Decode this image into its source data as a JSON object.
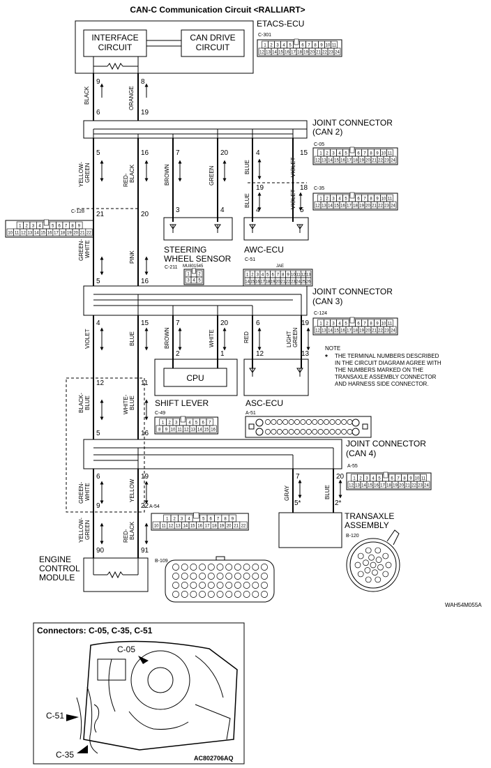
{
  "title": "CAN-C Communication Circuit <RALLIART>",
  "figure_code": "WAH54M055A",
  "etacs": {
    "name": "ETACS-ECU",
    "connector": "C-301",
    "interface": [
      "INTERFACE",
      "CIRCUIT"
    ],
    "can_drive": [
      "CAN DRIVE",
      "CIRCUIT"
    ]
  },
  "joint2": {
    "name": [
      "JOINT CONNECTOR",
      "(CAN 2)"
    ],
    "connector": "C-05"
  },
  "joint3": {
    "name": [
      "JOINT CONNECTOR",
      "(CAN 3)"
    ],
    "connector": "C-124"
  },
  "joint4": {
    "name": [
      "JOINT CONNECTOR",
      "(CAN 4)"
    ],
    "connector": "A-55"
  },
  "c35": "C-35",
  "c128": "C-128",
  "steering": {
    "name": [
      "STEERING",
      "WHEEL SENSOR"
    ],
    "connector": "C-211",
    "code": "MU801545"
  },
  "awc": {
    "name": "AWC-ECU",
    "connector": "C-51",
    "tag": "JAE"
  },
  "shift": {
    "name": "SHIFT LEVER",
    "connector": "C-49",
    "cpu": "CPU"
  },
  "asc": {
    "name": "ASC-ECU",
    "connector": "A-51"
  },
  "transaxle": {
    "name": [
      "TRANSAXLE",
      "ASSEMBLY"
    ],
    "connector": "B-120"
  },
  "ecm": {
    "name": [
      "ENGINE",
      "CONTROL",
      "MODULE"
    ],
    "connector": "B-109"
  },
  "a54": "A-54",
  "note": {
    "heading": "NOTE",
    "star": "*",
    "lines": [
      "THE TERMINAL NUMBERS DESCRIBED",
      "IN THE CIRCUIT DIAGRAM AGREE WITH",
      "THE NUMBERS MARKED ON THE",
      "TRANSAXLE ASSEMBLY CONNECTOR",
      "AND HARNESS SIDE CONNECTOR."
    ]
  },
  "pins": {
    "p9": "9",
    "p8": "8",
    "p6": "6",
    "p19": "19",
    "p5": "5",
    "p16": "16",
    "p7": "7",
    "p20": "20",
    "p4": "4",
    "p15": "15",
    "p19b": "19",
    "p18": "18",
    "p3": "3",
    "p4b": "4",
    "p4c": "4",
    "p5b": "5",
    "p21": "21",
    "p20b": "20",
    "p5c": "5",
    "p16b": "16",
    "p4d": "4",
    "p15b": "15",
    "p7b": "7",
    "p20c": "20",
    "p6b": "6",
    "p19c": "19",
    "p2": "2",
    "p1": "1",
    "p12": "12",
    "p13": "13",
    "p12b": "12",
    "p11": "11",
    "p5d": "5",
    "p16c": "16",
    "p6c": "6",
    "p19d": "19",
    "p7c": "7",
    "p20d": "20",
    "p5e": "5*",
    "p2b": "2*",
    "p9b": "9",
    "p22": "22",
    "p90": "90",
    "p91": "91"
  },
  "wires": {
    "black": "BLACK",
    "orange": "ORANGE",
    "yg1": [
      "YELLOW-",
      "GREEN"
    ],
    "rb1": [
      "RED-",
      "BLACK"
    ],
    "brown1": "BROWN",
    "green1": "GREEN",
    "blue1": "BLUE",
    "violet1": "VIOLET",
    "blue2": "BLUE",
    "violet2": "VIOLET",
    "gw1": [
      "GREEN-",
      "WHITE"
    ],
    "pink": "PINK",
    "violet3": "VIOLET",
    "blue3": "BLUE",
    "brown2": "BROWN",
    "white": "WHITE",
    "red": "RED",
    "lg": [
      "LIGHT",
      "GREEN"
    ],
    "bb": [
      "BLACK-",
      "BLUE"
    ],
    "wb": [
      "WHITE-",
      "BLUE"
    ],
    "gw2": [
      "GREEN-",
      "WHITE"
    ],
    "yellow": "YELLOW",
    "gray": "GRAY",
    "blue4": "BLUE",
    "yg2": [
      "YELLOW-",
      "GREEN"
    ],
    "rb2": [
      "RED-",
      "BLACK"
    ]
  },
  "inset": {
    "title": "Connectors: C-05, C-35, C-51",
    "c05": "C-05",
    "c51": "C-51",
    "c35": "C-35",
    "code": "AC802706AQ"
  },
  "conn_pins": {
    "c301": [
      [
        "1",
        "2",
        "3",
        "4",
        "5",
        "",
        "6",
        "7",
        "8",
        "9",
        "10",
        "11"
      ],
      [
        "12",
        "13",
        "14",
        "15",
        "16",
        "17",
        "18",
        "19",
        "20",
        "21",
        "22",
        "23",
        "24"
      ]
    ],
    "c05": [
      [
        "1",
        "2",
        "3",
        "4",
        "5",
        "",
        "6",
        "7",
        "8",
        "9",
        "10",
        "11"
      ],
      [
        "12",
        "13",
        "14",
        "15",
        "16",
        "17",
        "18",
        "19",
        "20",
        "21",
        "22",
        "23",
        "24"
      ]
    ],
    "c35": [
      [
        "1",
        "2",
        "3",
        "4",
        "5",
        "",
        "6",
        "7",
        "8",
        "9",
        "10",
        "11"
      ],
      [
        "12",
        "13",
        "14",
        "15",
        "16",
        "17",
        "18",
        "19",
        "20",
        "21",
        "22",
        "23",
        "24"
      ]
    ],
    "c124": [
      [
        "1",
        "2",
        "3",
        "4",
        "5",
        "",
        "6",
        "7",
        "8",
        "9",
        "10",
        "11"
      ],
      [
        "12",
        "13",
        "14",
        "15",
        "16",
        "17",
        "18",
        "19",
        "20",
        "21",
        "22",
        "23",
        "24"
      ]
    ],
    "a55": [
      [
        "1",
        "2",
        "3",
        "4",
        "5",
        "",
        "6",
        "7",
        "8",
        "9",
        "10",
        "11"
      ],
      [
        "12",
        "13",
        "14",
        "15",
        "16",
        "17",
        "18",
        "19",
        "20",
        "21",
        "22",
        "23",
        "24"
      ]
    ],
    "c128": [
      [
        "1",
        "2",
        "3",
        "4",
        "",
        "5",
        "6",
        "7",
        "8",
        "9"
      ],
      [
        "10",
        "11",
        "12",
        "13",
        "14",
        "15",
        "16",
        "17",
        "18",
        "19",
        "20",
        "21",
        "22"
      ]
    ],
    "a54": [
      [
        "1",
        "2",
        "3",
        "4",
        "",
        "5",
        "6",
        "7",
        "8",
        "9"
      ],
      [
        "10",
        "11",
        "12",
        "13",
        "14",
        "15",
        "16",
        "17",
        "18",
        "19",
        "20",
        "21",
        "22"
      ]
    ],
    "c211": [
      [
        "1",
        "",
        "2"
      ],
      [
        "3",
        "4",
        "5"
      ]
    ],
    "c51": [
      [
        "1",
        "2",
        "3",
        "4",
        "5",
        "6",
        "7",
        "8",
        "9",
        "10",
        "11",
        "12",
        "13"
      ],
      [
        "14",
        "15",
        "16",
        "17",
        "18",
        "19",
        "20",
        "21",
        "22",
        "23",
        "24",
        "25",
        "26"
      ]
    ],
    "c49": [
      [
        "1",
        "2",
        "3",
        "",
        "4",
        "5",
        "6",
        "7"
      ],
      [
        "8",
        "9",
        "10",
        "11",
        "12",
        "13",
        "14",
        "15",
        "16"
      ]
    ]
  }
}
